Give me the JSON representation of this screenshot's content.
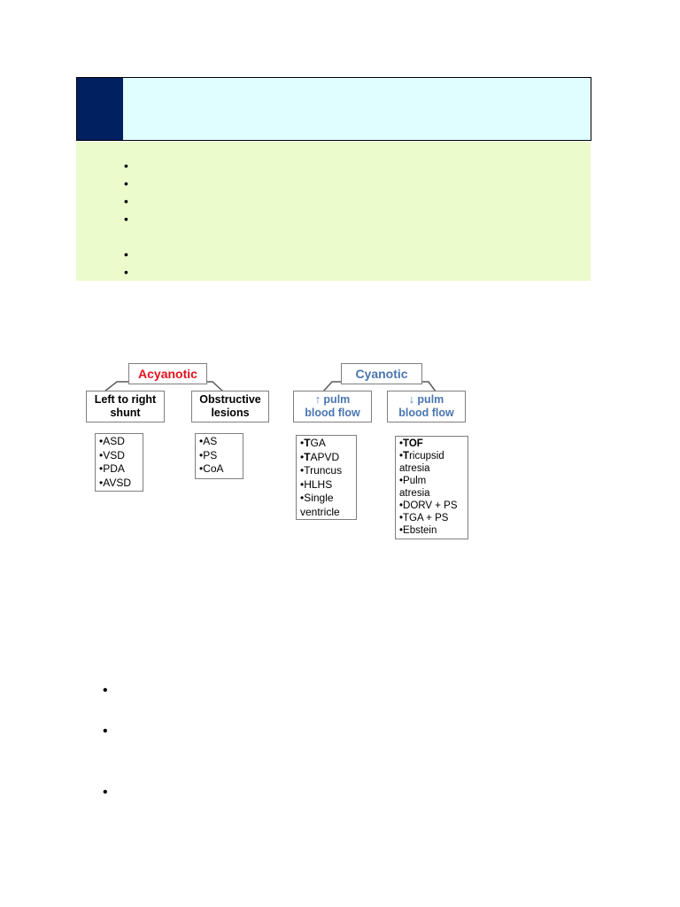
{
  "header": {
    "title": ""
  },
  "panel": {
    "bullets": [
      {
        "symbol": "•",
        "text": ""
      },
      {
        "symbol": "•",
        "text": ""
      },
      {
        "symbol": "•",
        "text": ""
      },
      {
        "symbol": "•",
        "text": ""
      },
      {
        "symbol": "•",
        "text": ""
      },
      {
        "symbol": "•",
        "text": ""
      }
    ]
  },
  "diagram": {
    "acyanotic": {
      "label": "Acyanotic",
      "left_to_right": {
        "label_line1": "Left to right",
        "label_line2": "shunt",
        "items": [
          "•ASD",
          "•VSD",
          "•PDA",
          "•AVSD"
        ]
      },
      "obstructive": {
        "label_line1": "Obstructive",
        "label_line2": "lesions",
        "items": [
          "•AS",
          "•PS",
          "•CoA"
        ]
      }
    },
    "cyanotic": {
      "label": "Cyanotic",
      "increased": {
        "label_line1": "↑ pulm",
        "label_line2": "blood flow",
        "items_bold_prefix": [
          "T",
          "T",
          "",
          "",
          "",
          ""
        ],
        "items": [
          "•TGA",
          "•TAPVD",
          "•Truncus",
          "•HLHS",
          "•Single",
          "ventricle"
        ]
      },
      "decreased": {
        "label_line1": "↓ pulm",
        "label_line2": "blood flow",
        "items": [
          "•TOF",
          "•Tricupsid",
          "atresia",
          "•Pulm",
          "atresia",
          "•DORV + PS",
          "•TGA + PS",
          "•Ebstein"
        ]
      }
    },
    "colors": {
      "acyanotic": "#e3121b",
      "cyanotic": "#4a76b0",
      "border": "#7f7f7f"
    }
  },
  "lower_bullets": [
    {
      "symbol": "•",
      "text": ""
    },
    {
      "symbol": "•",
      "text": ""
    },
    {
      "symbol": "•",
      "text": ""
    }
  ]
}
